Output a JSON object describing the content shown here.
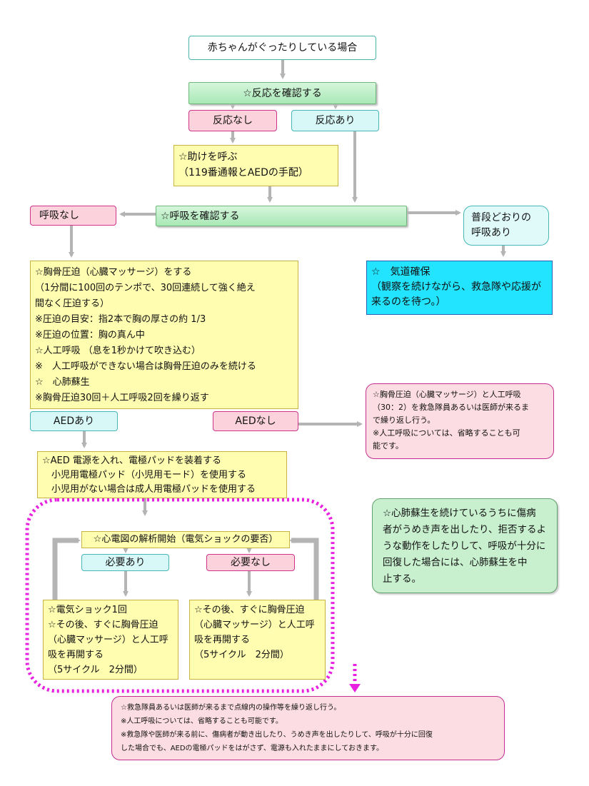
{
  "flow": {
    "start": "赤ちゃんがぐったりしている場合",
    "check_response": "☆反応を確認する",
    "no_response": "反応なし",
    "has_response": "反応あり",
    "call_help": [
      "☆助けを呼ぶ",
      "（119番通報とAEDの手配）"
    ],
    "check_breathing": "☆呼吸を確認する",
    "no_breathing": "呼吸なし",
    "normal_breathing": [
      "普段どおりの",
      "呼吸あり"
    ],
    "airway": [
      "☆　気道確保",
      "（観察を続けながら、救急隊や応援が",
      "来るのを待つ。）"
    ],
    "cpr": [
      "☆胸骨圧迫（心臓マッサージ）をする",
      "（1分間に100回のテンポで、30回連続して強く絶え",
      "間なく圧迫する）",
      "※圧迫の目安：指2本で胸の厚さの約 1/3",
      "※圧迫の位置：胸の真ん中",
      "☆人工呼吸 （息を1秒かけて吹き込む）",
      "※　人工呼吸ができない場合は胸骨圧迫のみを続ける",
      "☆　心肺蘇生",
      "※胸骨圧迫30回＋人工呼吸2回を繰り返す"
    ],
    "aed_yes": "AEDあり",
    "aed_no": "AEDなし",
    "no_aed_note": [
      "☆胸骨圧迫（心臓マッサージ）と人工呼吸",
      "（30：2）を救急隊員あるいは医師が来るま",
      "で繰り返し行う。",
      "※人工呼吸については、省略することも可",
      "能です。"
    ],
    "aed_setup": [
      "☆AED 電源を入れ、電極パッドを装着する",
      "　小児用電極パッド（小児用モード）を使用する",
      "　小児用がない場合は成人用電極パッドを使用する"
    ],
    "stop_note": [
      "☆心肺蘇生を続けているうちに傷病",
      "者がうめき声を出したり、拒否するよ",
      "うな動作をしたりして、呼吸が十分に",
      "回復した場合には、心肺蘇生を中",
      "止する。"
    ],
    "ecg": "☆心電図の解析開始（電気ショックの要否）",
    "shock_needed": "必要あり",
    "shock_not_needed": "必要なし",
    "shock_action": [
      "☆電気ショック1回",
      "☆その後、すぐに胸骨圧迫",
      "（心臓マッサージ）と人工呼",
      "吸を再開する",
      "（5サイクル　2分間）"
    ],
    "no_shock_action": [
      "☆その後、すぐに胸骨圧迫",
      "（心臓マッサージ）と人工呼",
      "吸を再開する",
      "（5サイクル　2分間）"
    ],
    "final_note": [
      "☆救急隊員あるいは医師が来るまで点線内の操作等を繰り返し行う。",
      "※人工呼吸については、省略することも可能です。",
      "※救急隊や医師が来る前に、傷病者が動き出したり、うめき声を出したりして、呼吸が十分に回復",
      "した場合でも、AEDの電極パッドをはがさず、電源も入れたままにしておきます。"
    ]
  }
}
